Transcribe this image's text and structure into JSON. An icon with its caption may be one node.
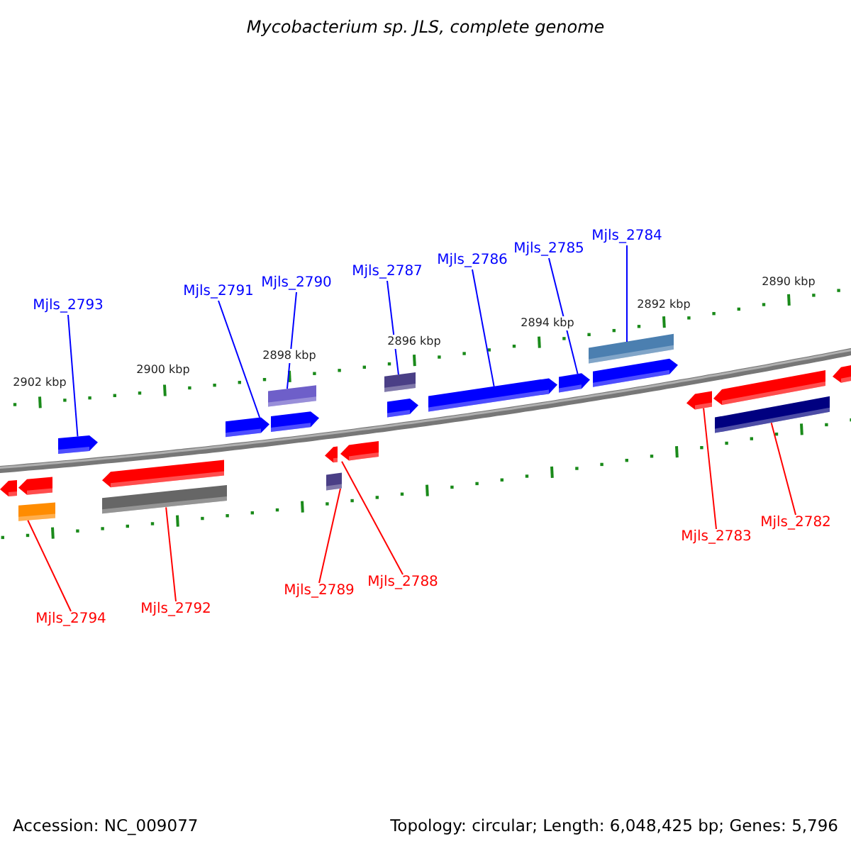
{
  "diagram": {
    "title": "Mycobacterium sp. JLS, complete genome",
    "nodes": [
      {
        "text": [
          "Mjls_2793"
        ]
      },
      {
        "text": [
          "Mjls_2791"
        ]
      },
      {
        "text": [
          "Mjls_2790"
        ]
      },
      {
        "text": [
          "Mjls_2787"
        ]
      },
      {
        "text": [
          "Mjls_2786"
        ]
      },
      {
        "text": [
          "Mjls_2785"
        ]
      },
      {
        "text": [
          "Mjls_2784"
        ]
      },
      {
        "text": [
          "Mjls_2794"
        ]
      },
      {
        "text": [
          "Mjls_2792"
        ]
      },
      {
        "text": [
          "Mjls_2789"
        ]
      },
      {
        "text": [
          "Mjls_2788"
        ]
      },
      {
        "text": [
          "Mjls_2783"
        ]
      },
      {
        "text": [
          "Mjls_2782"
        ]
      },
      {
        "text": [],
        "shape": "bar"
      },
      {
        "text": [],
        "shape": "bar"
      },
      {
        "text": [],
        "shape": "bar"
      },
      {
        "text": [],
        "shape": "pentagon"
      },
      {
        "text": [],
        "shape": "pentagon"
      },
      {
        "text": [],
        "shape": "pentagon"
      },
      {
        "text": [],
        "shape": "pentagon"
      },
      {
        "text": [],
        "shape": "pentagon"
      },
      {
        "text": [],
        "shape": "pentagon"
      },
      {
        "text": [],
        "shape": "pentagon"
      },
      {
        "text": [],
        "shape": "pentagon"
      },
      {
        "text": [],
        "shape": "pentagon"
      },
      {
        "text": [],
        "shape": "pentagon"
      },
      {
        "text": [],
        "shape": "pentagon"
      },
      {
        "text": [],
        "shape": "pentagon"
      },
      {
        "text": [],
        "shape": "pentagon"
      },
      {
        "text": [],
        "shape": "pentagon"
      },
      {
        "text": [],
        "shape": "pentagon"
      },
      {
        "text": [],
        "shape": "bar"
      },
      {
        "text": [],
        "shape": "bar"
      },
      {
        "text": [],
        "shape": "bar"
      },
      {
        "text": [],
        "shape": "bar"
      }
    ],
    "edges": [
      {
        "from": 0,
        "to": 16,
        "arrow": "none"
      },
      {
        "from": 1,
        "to": 17,
        "arrow": "none"
      },
      {
        "from": 2,
        "to": 13,
        "arrow": "none"
      },
      {
        "from": 3,
        "to": 14,
        "arrow": "none"
      },
      {
        "from": 4,
        "to": 20,
        "arrow": "none"
      },
      {
        "from": 5,
        "to": 21,
        "arrow": "none"
      },
      {
        "from": 6,
        "to": 15,
        "arrow": "none"
      },
      {
        "from": 7,
        "to": 31,
        "arrow": "none",
        "color": "#ff0000"
      },
      {
        "from": 8,
        "to": 32,
        "arrow": "none",
        "color": "#ff0000"
      },
      {
        "from": 9,
        "to": 33,
        "arrow": "none",
        "color": "#ff0000"
      },
      {
        "from": 10,
        "to": 27,
        "arrow": "none",
        "color": "#ff0000"
      },
      {
        "from": 11,
        "to": 28,
        "arrow": "none",
        "color": "#ff0000"
      },
      {
        "from": 12,
        "to": 34,
        "arrow": "none",
        "color": "#ff0000"
      }
    ],
    "labels": [
      "2890 kbp",
      "2892 kbp",
      "2894 kbp",
      "2896 kbp",
      "2898 kbp",
      "2900 kbp",
      "2902 kbp",
      "Accession: NC_009077",
      "Topology: circular; Length: 6,048,425 bp; Genes: 5,796"
    ]
  }
}
